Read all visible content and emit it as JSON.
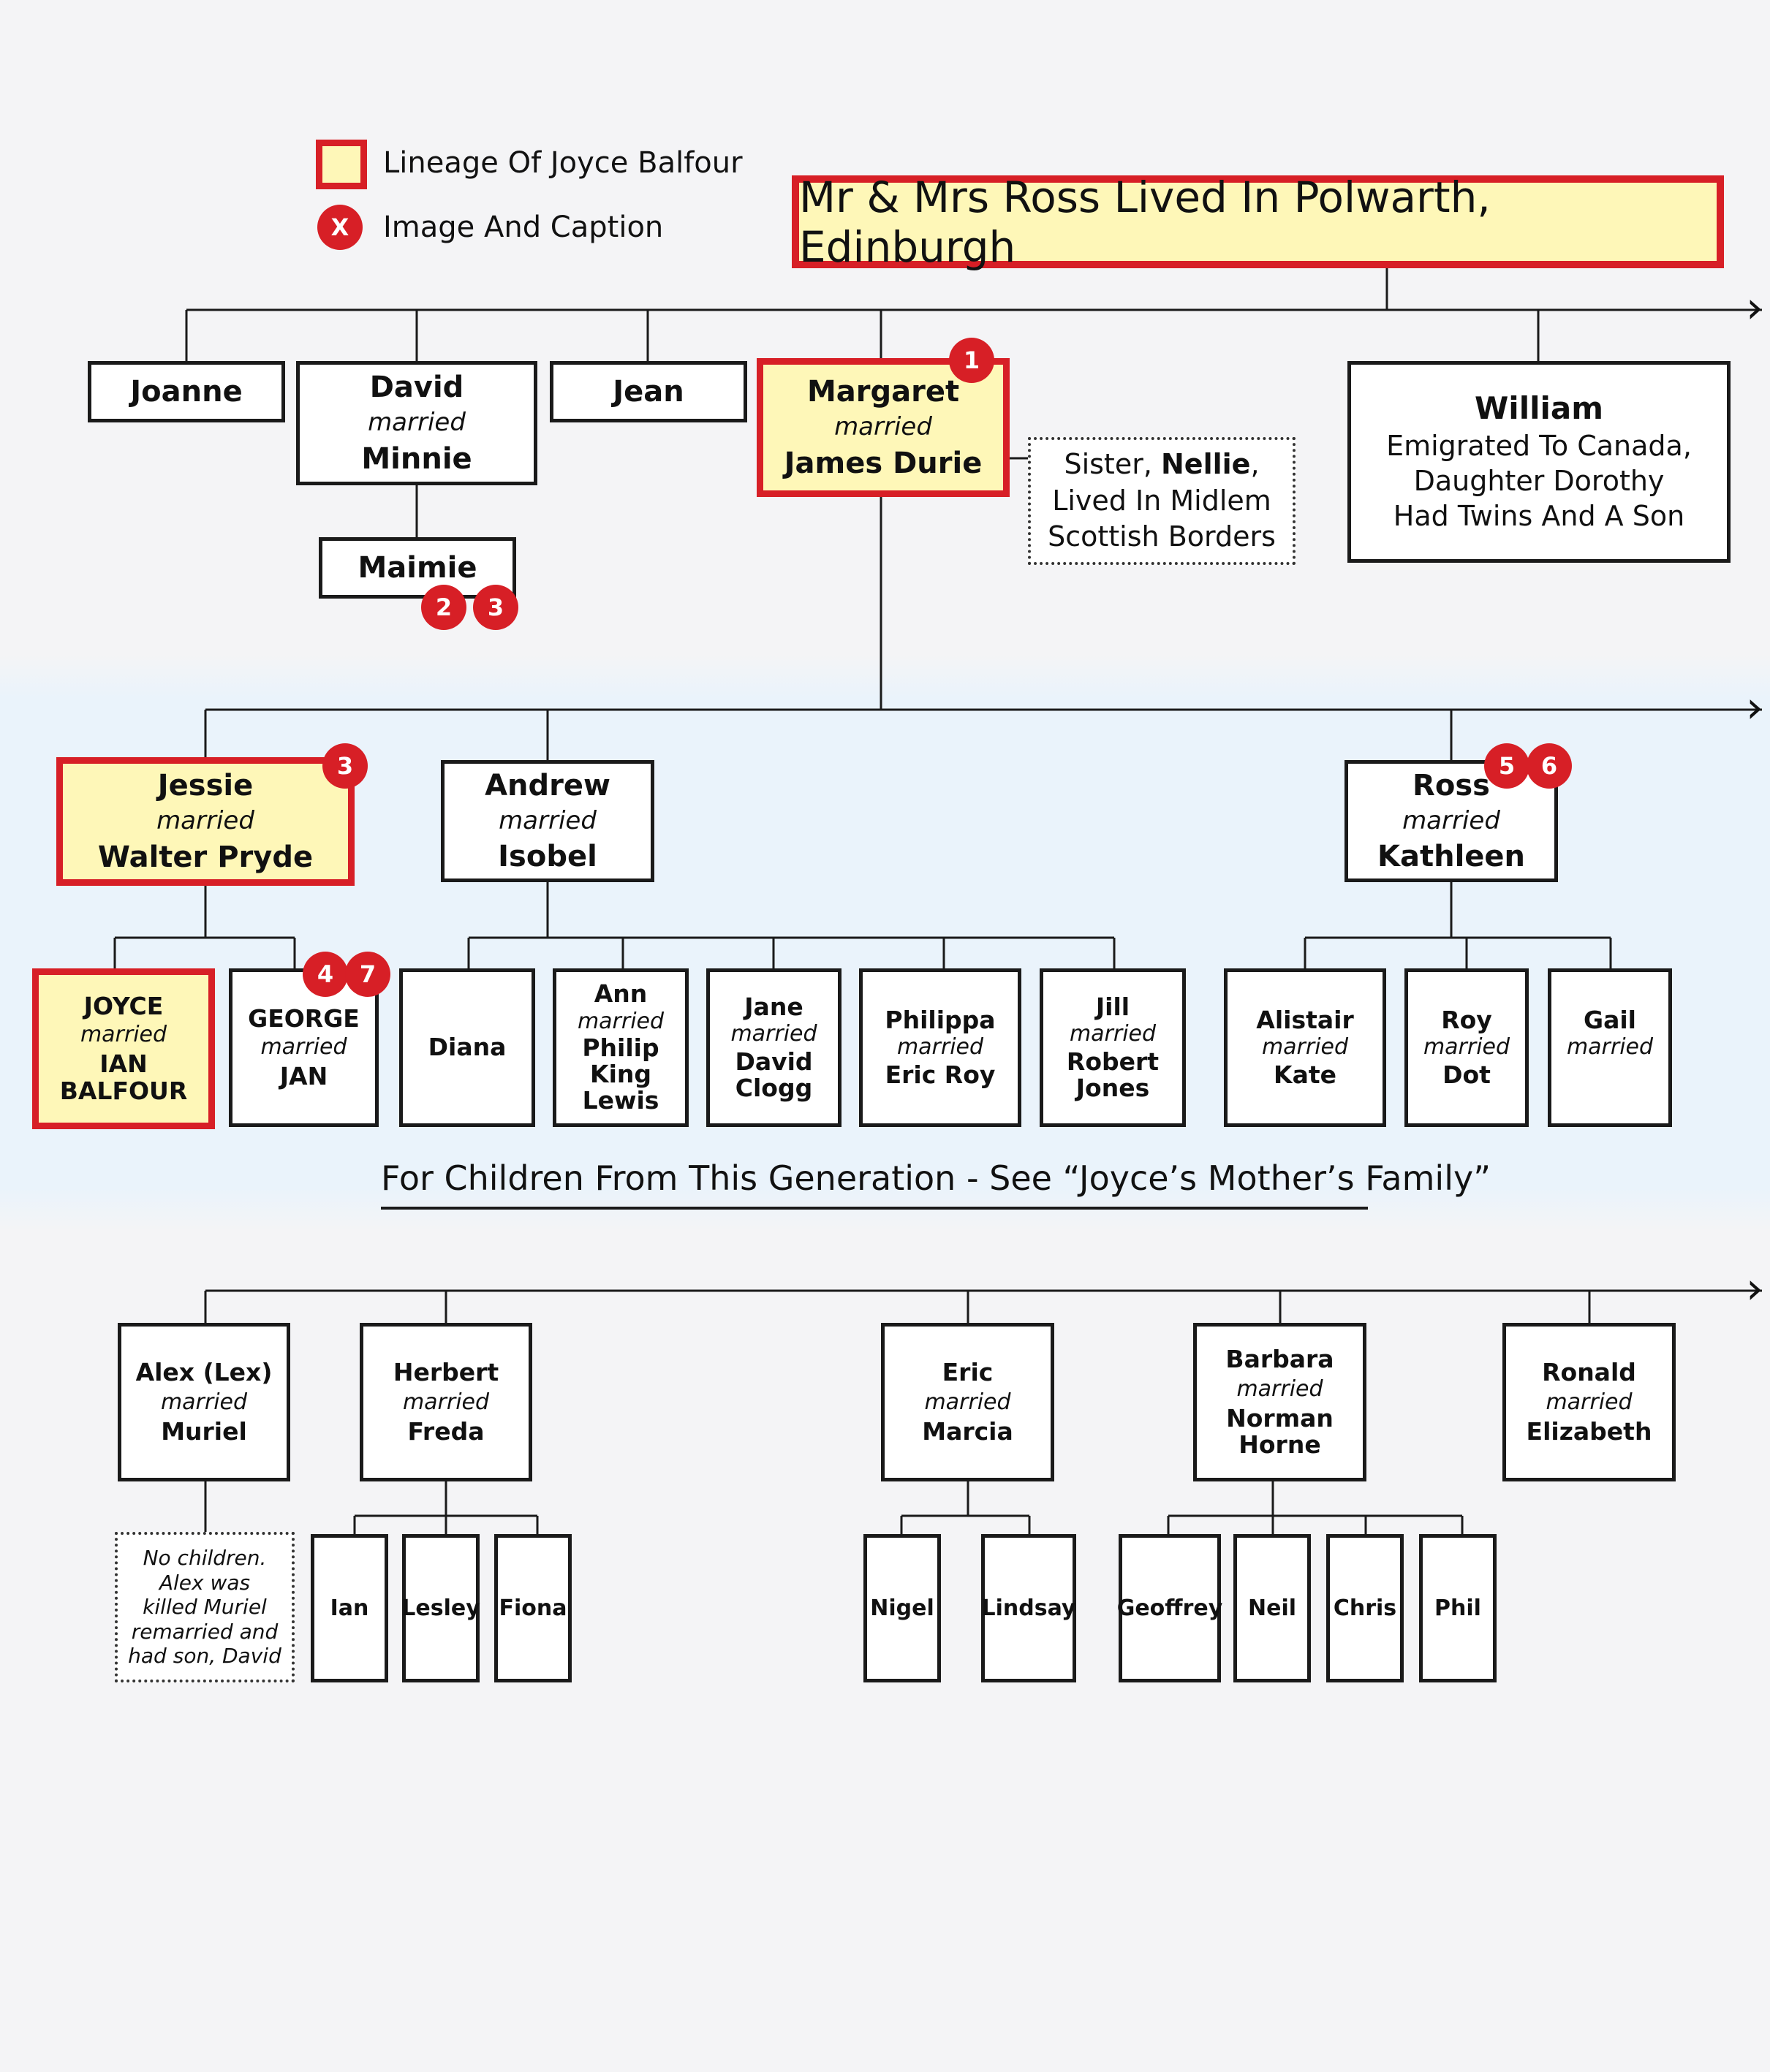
{
  "legend": {
    "lineage_label": "Lineage Of Joyce Balfour",
    "image_label": "Image And Caption",
    "image_badge": "X"
  },
  "title": "Mr & Mrs Ross Lived In Polwarth, Edinburgh",
  "gen1": {
    "joanne": "Joanne",
    "david": {
      "name": "David",
      "married": "married",
      "spouse": "Minnie"
    },
    "maimie": "Maimie",
    "jean": "Jean",
    "margaret": {
      "name": "Margaret",
      "married": "married",
      "spouse": "James Durie"
    },
    "nellie_note": {
      "l1a": "Sister, ",
      "l1b": "Nellie",
      "l1c": ",",
      "l2": "Lived In Midlem",
      "l3": "Scottish Borders"
    },
    "william": {
      "name": "William",
      "l1": "Emigrated To Canada,",
      "l2": "Daughter Dorothy",
      "l3": "Had Twins And A Son"
    }
  },
  "gen2": {
    "jessie": {
      "name": "Jessie",
      "married": "married",
      "spouse": "Walter Pryde"
    },
    "andrew": {
      "name": "Andrew",
      "married": "married",
      "spouse": "Isobel"
    },
    "ross": {
      "name": "Ross",
      "married": "married",
      "spouse": "Kathleen"
    }
  },
  "gen3": {
    "joyce": {
      "name": "JOYCE",
      "married": "married",
      "spouse1": "IAN",
      "spouse2": "BALFOUR"
    },
    "george": {
      "name": "GEORGE",
      "married": "married",
      "spouse": "JAN"
    },
    "diana": "Diana",
    "ann": {
      "name": "Ann",
      "married": "married",
      "s1": "Philip",
      "s2": "King",
      "s3": "Lewis"
    },
    "jane": {
      "name": "Jane",
      "married": "married",
      "s1": "David",
      "s2": "Clogg"
    },
    "philippa": {
      "name": "Philippa",
      "married": "married",
      "spouse": "Eric Roy"
    },
    "jill": {
      "name": "Jill",
      "married": "married",
      "s1": "Robert",
      "s2": "Jones"
    },
    "alistair": {
      "name": "Alistair",
      "married": "married",
      "spouse": "Kate"
    },
    "roy": {
      "name": "Roy",
      "married": "married",
      "spouse": "Dot"
    },
    "gail": {
      "name": "Gail",
      "married": "married"
    }
  },
  "generation_note": "For Children From This Generation - See “Joyce’s Mother’s Family”",
  "row3": {
    "alex": {
      "name": "Alex (Lex)",
      "married": "married",
      "spouse": "Muriel"
    },
    "alex_note": {
      "l1": "No children.",
      "l2": "Alex was",
      "l3": "killed Muriel",
      "l4": "remarried and",
      "l5": "had son, David"
    },
    "herbert": {
      "name": "Herbert",
      "married": "married",
      "spouse": "Freda"
    },
    "ian": "Ian",
    "lesley": "Lesley",
    "fiona": "Fiona",
    "eric": {
      "name": "Eric",
      "married": "married",
      "spouse": "Marcia"
    },
    "nigel": "Nigel",
    "lindsay": "Lindsay",
    "barbara": {
      "name": "Barbara",
      "married": "married",
      "s1": "Norman",
      "s2": "Horne"
    },
    "geoffrey": "Geoffrey",
    "neil": "Neil",
    "chris": "Chris",
    "phil": "Phil",
    "ronald": {
      "name": "Ronald",
      "married": "married",
      "spouse": "Elizabeth"
    }
  },
  "badges": {
    "b1": "1",
    "b2": "2",
    "b3": "3",
    "b4": "4",
    "b5": "5",
    "b6": "6",
    "b7": "7"
  },
  "arrow_glyph": "›",
  "colors": {
    "lineage_fill": "#fef7b8",
    "lineage_border": "#d71f26",
    "band": "#eaf3fb",
    "badge": "#d71f26"
  }
}
